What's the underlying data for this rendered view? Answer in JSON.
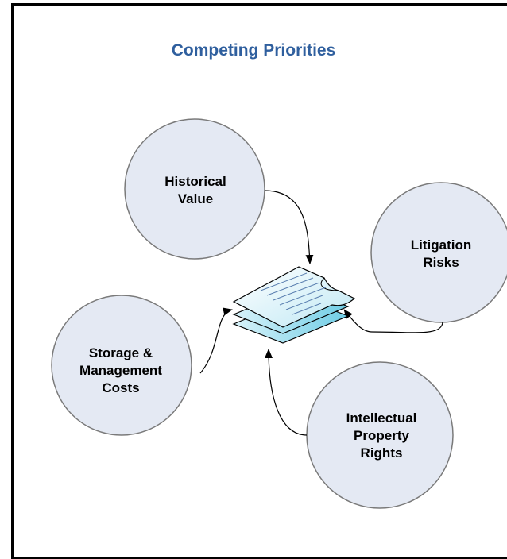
{
  "title": "Competing Priorities",
  "colors": {
    "title": "#2f5f9e",
    "circle_fill": "#e4e9f3",
    "circle_stroke": "#7a7a7a",
    "document_fill": "#dff3f8",
    "document_stack": "#9fdced"
  },
  "nodes": {
    "historical": {
      "label": "Historical\nValue"
    },
    "litigation": {
      "label": "Litigation\nRisks"
    },
    "storage": {
      "label": "Storage &\nManagement\nCosts"
    },
    "ip": {
      "label": "Intellectual\nProperty\nRights"
    }
  },
  "center": {
    "icon": "document-stack-icon"
  }
}
